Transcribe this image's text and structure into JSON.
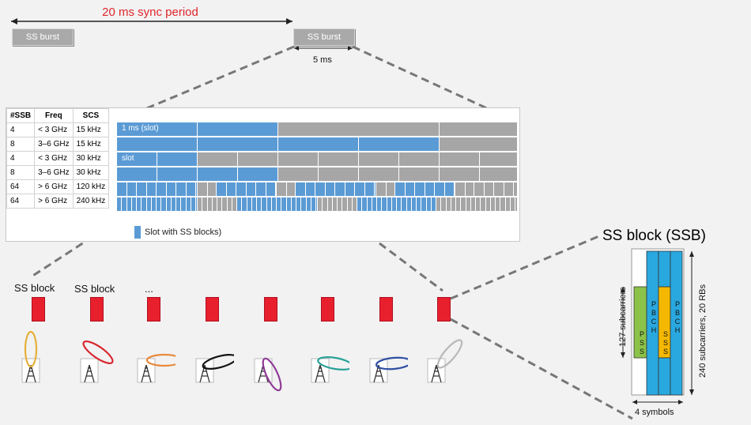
{
  "sync_period": {
    "label": "20 ms sync period"
  },
  "bursts": {
    "left_label": "SS burst",
    "right_label": "SS burst",
    "duration": "5 ms"
  },
  "table": {
    "headers": [
      "#SSB",
      "Freq",
      "SCS"
    ],
    "rows": [
      {
        "ssb": "4",
        "freq": "< 3 GHz",
        "scs": "15 kHz"
      },
      {
        "ssb": "8",
        "freq": "3–6 GHz",
        "scs": "15 kHz"
      },
      {
        "ssb": "4",
        "freq": "< 3 GHz",
        "scs": "30 kHz"
      },
      {
        "ssb": "8",
        "freq": "3–6 GHz",
        "scs": "30 kHz"
      },
      {
        "ssb": "64",
        "freq": "> 6 GHz",
        "scs": "120 kHz"
      },
      {
        "ssb": "64",
        "freq": "> 6 GHz",
        "scs": "240 kHz"
      }
    ],
    "label_1ms_slot": "1 ms (slot)",
    "label_slot": "slot",
    "legend": "Slot with SS blocks)"
  },
  "beams": {
    "label1": "SS block",
    "label2": "SS block",
    "ellipsis": "..."
  },
  "ssb_detail": {
    "title": "SS block (SSB)",
    "pss": "PSS",
    "pbch": "PBCH",
    "sss": "SSS",
    "subcarriers_127": "127 subcarriers",
    "subcarriers_240": "240 subcarriers, 20 RBs",
    "symbols": "4 symbols"
  },
  "colors": {
    "slot_blue": "#5b9bd5",
    "slot_grey": "#a6a6a6",
    "ss_block_red": "#e8202e",
    "pss_green": "#8bc34a",
    "pbch_blue": "#29a8e0",
    "sss_yellow": "#f5b800",
    "sync_red": "#e0262b"
  },
  "beam_colors": [
    "#e6b03c",
    "#d8262f",
    "#e88a3c",
    "#111111",
    "#8e3b96",
    "#2aa198",
    "#2f4fa3",
    "#b8b8b8"
  ]
}
